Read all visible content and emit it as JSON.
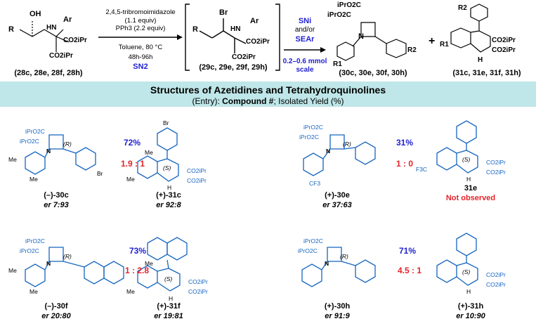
{
  "scheme": {
    "conditions": {
      "reagent1": "2,4,5-tribromoimidazole",
      "reagent1_amount": "(1.1 equiv)",
      "reagent2": "PPh3 (2.2 equiv)",
      "solvent_temp": "Toluene, 80 °C",
      "time": "48h-96h",
      "mechanism": "SN2"
    },
    "second_step": {
      "line1": "SNi",
      "line2": "and/or",
      "line3": "SEAr",
      "scale": "0.2–0.6 mmol scale"
    },
    "labels": {
      "start": "(28c, 28e, 28f, 28h)",
      "intermediate": "(29c, 29e, 29f, 29h)",
      "product1": "(30c, 30e, 30f, 30h)",
      "product2": "(31c, 31e, 31f, 31h)",
      "plus": "+"
    }
  },
  "banner": {
    "title": "Structures of Azetidines and Tetrahydroquinolines",
    "subtitle_prefix": "(Entry): ",
    "subtitle_bold": "Compound #",
    "subtitle_suffix": "; Isolated Yield (%)"
  },
  "entries": [
    {
      "azetidine": "(–)-30c",
      "azetidine_er": "er 7:93",
      "yield": "72%",
      "ratio": "1.9 : 1",
      "thq": "(+)-31c",
      "thq_er": "er 92:8"
    },
    {
      "azetidine": "(+)-30e",
      "azetidine_er": "er 37:63",
      "yield": "31%",
      "ratio": "1 : 0",
      "thq": "31e",
      "thq_note": "Not observed"
    },
    {
      "azetidine": "(–)-30f",
      "azetidine_er": "er 20:80",
      "yield": "73%",
      "ratio": "1 : 2.8",
      "thq": "(+)-31f",
      "thq_er": "er 19:81"
    },
    {
      "azetidine": "(+)-30h",
      "azetidine_er": "er 91:9",
      "yield": "71%",
      "ratio": "4.5 : 1",
      "thq": "(+)-31h",
      "thq_er": "er 10:90"
    }
  ],
  "structure_text": {
    "co2ipr": "CO2iPr",
    "ipro2c": "iPrO2C",
    "ar": "Ar",
    "oh": "OH",
    "br": "Br",
    "nh": "HN",
    "r": "R",
    "r1": "R1",
    "r2": "R2",
    "me": "Me",
    "cf3": "CF3",
    "f3c": "F3C",
    "n": "N",
    "h": "H",
    "r_stereo": "(R)",
    "s_stereo": "(S)"
  },
  "colors": {
    "banner": "#bfe6e8",
    "yield": "#1f1fd6",
    "ratio": "#e3232a",
    "structure": "#1565c0"
  }
}
